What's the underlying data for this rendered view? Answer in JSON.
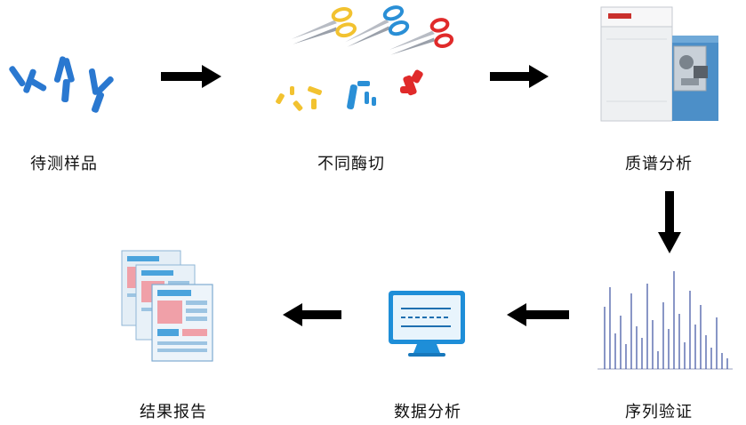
{
  "steps": {
    "s1": {
      "label": "待测样品",
      "icon": "antibody-icon"
    },
    "s2": {
      "label": "不同酶切",
      "icon": "scissors-icon"
    },
    "s3": {
      "label": "质谱分析",
      "icon": "mass-spectrometer-icon"
    },
    "s4": {
      "label": "序列验证",
      "icon": "spectrum-peaks-icon"
    },
    "s5": {
      "label": "数据分析",
      "icon": "monitor-icon"
    },
    "s6": {
      "label": "结果报告",
      "icon": "report-documents-icon"
    }
  },
  "colors": {
    "antibody": "#2a78d0",
    "scissors_yellow": "#f2c230",
    "scissors_blue": "#2a8fd6",
    "scissors_red": "#e02a2a",
    "arrow": "#000000",
    "spectrum": "#3a4fa0",
    "monitor": "#1e8ed8",
    "report_blue": "#4aa3dc",
    "report_pink": "#f0a0a8"
  }
}
